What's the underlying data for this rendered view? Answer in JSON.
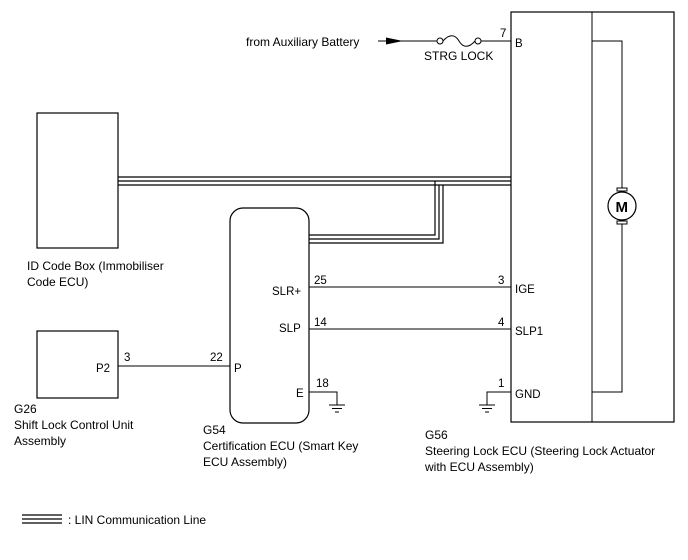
{
  "source": {
    "label": "from Auxiliary Battery",
    "fuse": "STRG LOCK"
  },
  "components": {
    "id_code_box": {
      "name_line1": "ID Code Box (Immobiliser",
      "name_line2": "Code ECU)"
    },
    "shift_lock": {
      "code": "G26",
      "name_line1": "Shift Lock Control Unit",
      "name_line2": "Assembly",
      "pins": [
        {
          "terminal": "P2",
          "number": "3"
        }
      ]
    },
    "certification_ecu": {
      "code": "G54",
      "name_line1": "Certification ECU (Smart Key",
      "name_line2": "ECU Assembly)",
      "pins": [
        {
          "terminal": "SLR+",
          "number": "25"
        },
        {
          "terminal": "SLP",
          "number": "14"
        },
        {
          "terminal": "P",
          "number": "22"
        },
        {
          "terminal": "E",
          "number": "18"
        }
      ]
    },
    "steering_lock_ecu": {
      "code": "G56",
      "name_line1": "Steering Lock ECU (Steering Lock Actuator",
      "name_line2": "with ECU Assembly)",
      "motor_symbol": "M",
      "pins": [
        {
          "terminal": "B",
          "number": "7"
        },
        {
          "terminal": "IGE",
          "number": "3"
        },
        {
          "terminal": "SLP1",
          "number": "4"
        },
        {
          "terminal": "GND",
          "number": "1"
        }
      ]
    }
  },
  "legend": {
    "text": ": LIN Communication Line"
  }
}
